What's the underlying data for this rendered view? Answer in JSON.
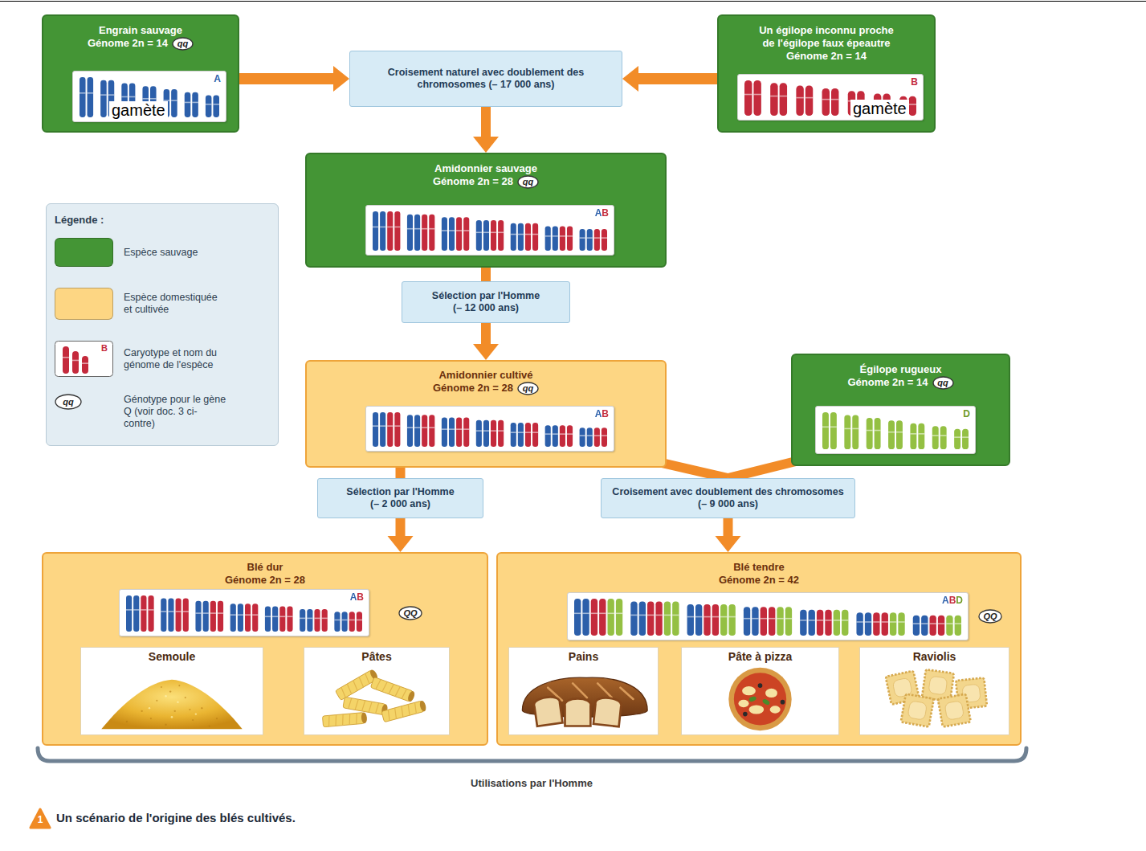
{
  "diagram": {
    "caption": "Un scénario de l'origine des blés cultivés.",
    "nodes": [
      {
        "text": [
          "Engrain sauvage",
          "Génome 2n = 14"
        ]
      },
      {
        "text": [
          "qq"
        ],
        "in": 0
      },
      {
        "text": [
          "A",
          "gamète"
        ],
        "in": 0
      },
      {
        "text": [
          "Croisement naturel avec doublement des chromosomes (– 17 000 ans)"
        ]
      },
      {
        "text": [
          "Un égilope inconnu proche de l'égilope faux épeautre",
          "Génome 2n = 14"
        ]
      },
      {
        "text": [
          "B",
          "gamète"
        ],
        "in": 4
      },
      {
        "text": [
          "Amidonnier sauvage",
          "Génome 2n = 28"
        ]
      },
      {
        "text": [
          "qq"
        ],
        "in": 6
      },
      {
        "text": [
          "AB"
        ],
        "in": 6
      },
      {
        "text": [
          "Sélection par l'Homme (– 12 000 ans)"
        ]
      },
      {
        "text": [
          "Amidonnier cultivé",
          "Génome 2n = 28"
        ]
      },
      {
        "text": [
          "qq"
        ],
        "in": 10
      },
      {
        "text": [
          "AB"
        ],
        "in": 10
      },
      {
        "text": [
          "Égilope rugueux",
          "Génome 2n = 14"
        ]
      },
      {
        "text": [
          "qq"
        ],
        "in": 13
      },
      {
        "text": [
          "D"
        ],
        "in": 13
      },
      {
        "text": [
          "Sélection par l'Homme (– 2 000 ans)"
        ]
      },
      {
        "text": [
          "Croisement avec doublement des chromosomes (– 9 000 ans)"
        ]
      },
      {
        "text": [
          "Blé dur",
          "Génome 2n = 28"
        ]
      },
      {
        "text": [
          "AB"
        ],
        "in": 18
      },
      {
        "text": [
          "QQ"
        ],
        "in": 18
      },
      {
        "text": [
          "Semoule"
        ],
        "in": 18
      },
      {
        "text": [
          "Pâtes"
        ],
        "in": 18
      },
      {
        "text": [
          "Blé tendre",
          "Génome 2n = 42"
        ]
      },
      {
        "text": [
          "ABD"
        ],
        "in": 23
      },
      {
        "text": [
          "QQ"
        ],
        "in": 23
      },
      {
        "text": [
          "Pains"
        ],
        "in": 23
      },
      {
        "text": [
          "Pâte à pizza"
        ],
        "in": 23
      },
      {
        "text": [
          "Raviolis"
        ],
        "in": 23
      }
    ],
    "edges": [
      {
        "from": 0,
        "to": 3,
        "arrow": "to"
      },
      {
        "from": 4,
        "to": 3,
        "arrow": "to"
      },
      {
        "from": 3,
        "to": 6,
        "arrow": "to"
      },
      {
        "from": 6,
        "to": 9,
        "arrow": "none"
      },
      {
        "from": 9,
        "to": 10,
        "arrow": "to"
      },
      {
        "from": 10,
        "to": 16,
        "arrow": "none"
      },
      {
        "from": 16,
        "to": 18,
        "arrow": "to"
      },
      {
        "from": 10,
        "to": 17,
        "arrow": "none"
      },
      {
        "from": 13,
        "to": 17,
        "arrow": "none"
      },
      {
        "from": 17,
        "to": 23,
        "arrow": "to"
      }
    ],
    "labels": [
      "Légende :",
      "B",
      "qq",
      "Utilisations par l'Homme",
      "1"
    ],
    "legend": [
      {
        "text": "Espèce sauvage",
        "color": "#449535"
      },
      {
        "text": "Espèce domestiquée et cultivée",
        "color": "#fdd683"
      },
      {
        "text": "Caryotype et nom du génome de l'espèce"
      },
      {
        "text": "Génotype pour le gène Q (voir doc. 3 ci-contre)"
      }
    ]
  }
}
